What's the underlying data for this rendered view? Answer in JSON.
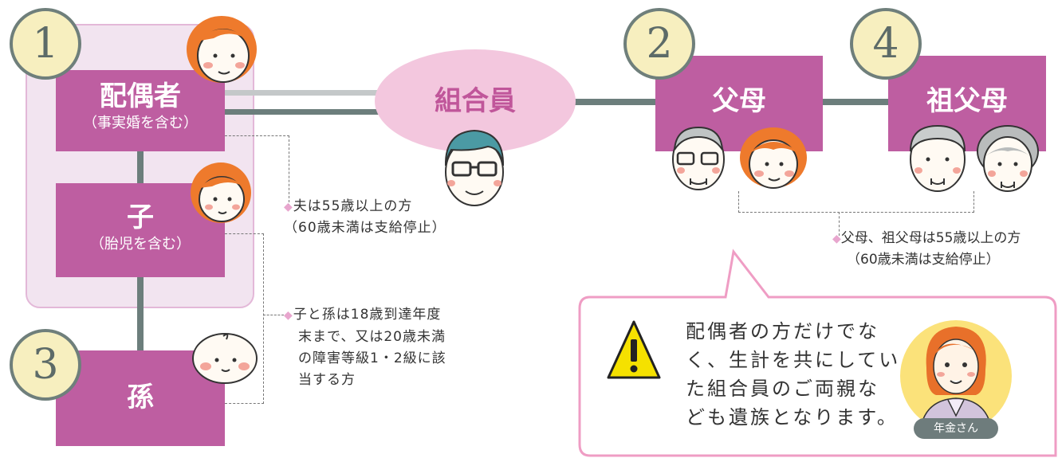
{
  "nodes": {
    "spouse": {
      "num": "1",
      "label": "配偶者",
      "sub": "（事実婚を含む）"
    },
    "child": {
      "label": "子",
      "sub": "（胎児を含む）"
    },
    "grandchild": {
      "num": "3",
      "label": "孫"
    },
    "member": {
      "label": "組合員"
    },
    "parents": {
      "num": "2",
      "label": "父母"
    },
    "grandparents": {
      "num": "4",
      "label": "祖父母"
    }
  },
  "notes": {
    "husband": [
      "夫は55歳以上の方",
      "（60歳未満は支給停止）"
    ],
    "children": [
      "子と孫は18歳到達年度",
      "末まで、又は20歳未満",
      "の障害等級1・2級に該",
      "当する方"
    ],
    "parents": [
      "父母、祖父母は55歳以上の方",
      "（60歳未満は支給停止）"
    ]
  },
  "callout": {
    "lines": [
      "配偶者の方だけでな",
      "く、生計を共にしてい",
      "た組合員のご両親な",
      "ども遺族となります。"
    ],
    "character_name": "年金さん"
  },
  "colors": {
    "box": "#be5ea1",
    "group_bg": "#f2e4f0",
    "member_oval": "#f3c7de",
    "line": "#6c7e7c",
    "number_circle": "#f7efbf",
    "callout_border": "#ef9dc4",
    "warning": "#f5e100"
  }
}
